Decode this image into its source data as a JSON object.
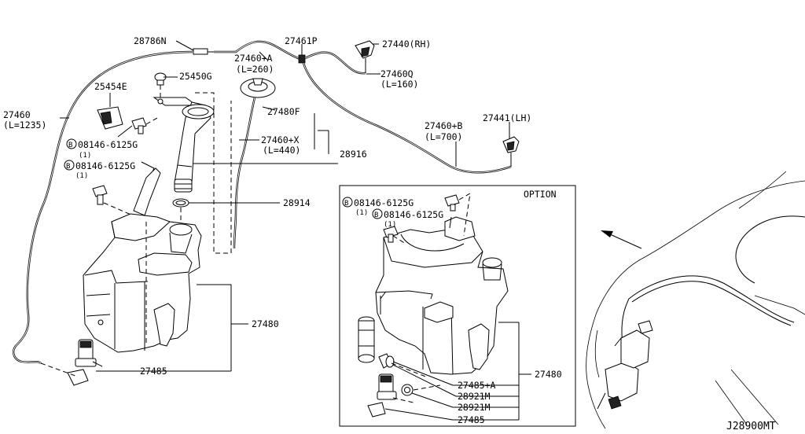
{
  "labels": {
    "p28786N": "28786N",
    "p27461P": "27461P",
    "p27440RH": "27440(RH)",
    "p27460A": "27460+A",
    "p27460A_len": "(L=260)",
    "p27460Q": "27460Q",
    "p27460Q_len": "(L=160)",
    "p25454E": "25454E",
    "p25450G": "25450G",
    "p27480F": "27480F",
    "p27460": "27460",
    "p27460_len": "(L=1235)",
    "p27460X": "27460+X",
    "p27460X_len": "(L=440)",
    "p27460B": "27460+B",
    "p27460B_len": "(L=700)",
    "p27441LH": "27441(LH)",
    "bolt1": "08146-6125G",
    "bolt1_qty": "(1)",
    "bolt2": "08146-6125G",
    "bolt2_qty": "(1)",
    "p28916": "28916",
    "p28914": "28914",
    "p27480": "27480",
    "p27485": "27485",
    "opt_bolt1": "08146-6125G",
    "opt_bolt1_qty": "(1)",
    "opt_bolt2": "08146-6125G",
    "opt_bolt2_qty": "(1)",
    "opt_27485A": "27485+A",
    "opt_28921M_1": "28921M",
    "opt_28921M_2": "28921M",
    "opt_27485": "27485",
    "opt_27480": "27480"
  },
  "bolt_symbol": "B",
  "option_title": "OPTION",
  "diagram_code": "J28900MT"
}
